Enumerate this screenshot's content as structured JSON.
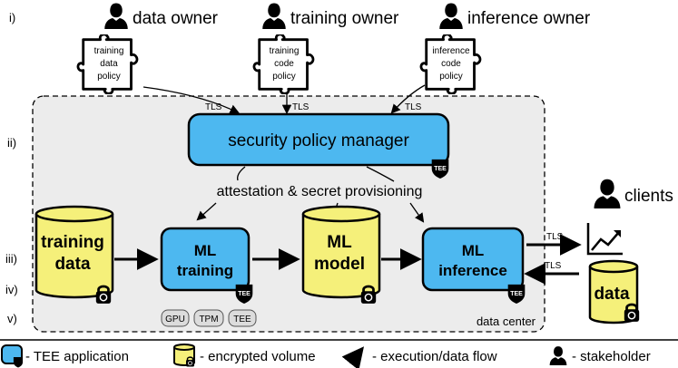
{
  "row_labels": [
    "i)",
    "ii)",
    "iii)",
    "iv)",
    "v)"
  ],
  "stakeholders": {
    "data_owner": "data owner",
    "training_owner": "training owner",
    "inference_owner": "inference owner",
    "clients": "clients"
  },
  "policies": {
    "training_data": [
      "training",
      "data",
      "policy"
    ],
    "training_code": [
      "training",
      "code",
      "policy"
    ],
    "inference_code": [
      "inference",
      "code",
      "policy"
    ]
  },
  "tls": "TLS",
  "spm": "security policy manager",
  "attestation": "attestation & secret provisioning",
  "volumes": {
    "training_data": [
      "training",
      "data"
    ],
    "ml_model": [
      "ML",
      "model"
    ],
    "client_data": "data"
  },
  "apps": {
    "ml_training": [
      "ML",
      "training"
    ],
    "ml_inference": [
      "ML",
      "inference"
    ]
  },
  "tee_badge": "TEE",
  "hardware": [
    "GPU",
    "TPM",
    "TEE"
  ],
  "data_center": "data center",
  "legend": {
    "tee_app": "- TEE application",
    "encrypted_volume": "- encrypted volume",
    "flow": "- execution/data flow",
    "stakeholder": "- stakeholder"
  },
  "colors": {
    "tee_app_fill": "#4db8f0",
    "volume_fill": "#f5f07a",
    "data_center_fill": "#ececec"
  }
}
